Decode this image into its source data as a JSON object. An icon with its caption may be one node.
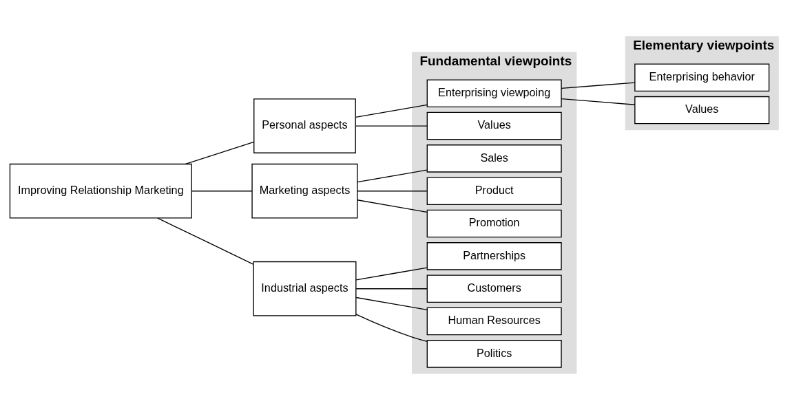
{
  "diagram": {
    "nodes": [
      {
        "text": [
          "Improving Relationship Marketing"
        ]
      },
      {
        "text": [
          "Personal aspects"
        ]
      },
      {
        "text": [
          "Marketing aspects"
        ]
      },
      {
        "text": [
          "Industrial aspects"
        ]
      },
      {
        "text": [
          "Fundamental viewpoints"
        ]
      },
      {
        "text": [
          "Enterprising viewpoing"
        ],
        "in": 4
      },
      {
        "text": [
          "Values"
        ],
        "in": 4
      },
      {
        "text": [
          "Sales"
        ],
        "in": 4
      },
      {
        "text": [
          "Product"
        ],
        "in": 4
      },
      {
        "text": [
          "Promotion"
        ],
        "in": 4
      },
      {
        "text": [
          "Partnerships"
        ],
        "in": 4
      },
      {
        "text": [
          "Customers"
        ],
        "in": 4
      },
      {
        "text": [
          "Human Resources"
        ],
        "in": 4
      },
      {
        "text": [
          "Politics"
        ],
        "in": 4
      },
      {
        "text": [
          "Elementary viewpoints"
        ]
      },
      {
        "text": [
          "Enterprising behavior"
        ],
        "in": 14
      },
      {
        "text": [
          "Values"
        ],
        "in": 14
      }
    ],
    "edges": [
      {
        "from": 0,
        "to": 1,
        "arrow": "none"
      },
      {
        "from": 0,
        "to": 2,
        "arrow": "none"
      },
      {
        "from": 0,
        "to": 3,
        "arrow": "none"
      },
      {
        "from": 1,
        "to": 5,
        "arrow": "none"
      },
      {
        "from": 1,
        "to": 6,
        "arrow": "none"
      },
      {
        "from": 2,
        "to": 7,
        "arrow": "none"
      },
      {
        "from": 2,
        "to": 8,
        "arrow": "none"
      },
      {
        "from": 2,
        "to": 9,
        "arrow": "none"
      },
      {
        "from": 3,
        "to": 10,
        "arrow": "none"
      },
      {
        "from": 3,
        "to": 11,
        "arrow": "none"
      },
      {
        "from": 3,
        "to": 12,
        "arrow": "none"
      },
      {
        "from": 3,
        "to": 13,
        "arrow": "none"
      },
      {
        "from": 5,
        "to": 15,
        "arrow": "none"
      },
      {
        "from": 5,
        "to": 16,
        "arrow": "none"
      }
    ]
  }
}
